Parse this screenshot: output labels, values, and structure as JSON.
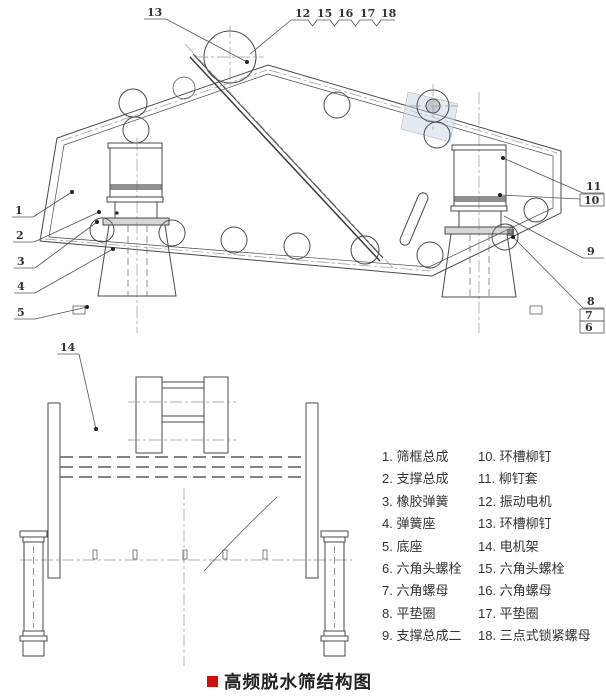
{
  "caption": {
    "text": "高频脱水筛结构图"
  },
  "legend": {
    "left": [
      "1. 筛框总成",
      "2. 支撑总成",
      "3. 橡胶弹簧",
      "4. 弹簧座",
      "5. 底座",
      "6. 六角头螺栓",
      "7. 六角螺母",
      "8. 平垫圈",
      "9. 支撑总成二"
    ],
    "right": [
      "10. 环槽柳钉",
      "11. 柳钉套",
      "12. 振动电机",
      "13. 环槽柳钉",
      "14. 电机架",
      "15. 六角头螺栓",
      "16. 六角螺母",
      "17. 平垫圈",
      "18. 三点式锁紧螺母"
    ]
  },
  "callouts": {
    "n1": "1",
    "n2": "2",
    "n3": "3",
    "n4": "4",
    "n5": "5",
    "n6": "6",
    "n7": "7",
    "n8": "8",
    "n9": "9",
    "n10": "10",
    "n11": "11",
    "n12": "12",
    "n13": "13",
    "n14": "14",
    "n15": "15",
    "n16": "16",
    "n17": "17",
    "n18": "18"
  },
  "colors": {
    "caption_bullet": "#cc1111",
    "line": "#4a4a4a",
    "motor_tint": "#ccd9e6"
  }
}
